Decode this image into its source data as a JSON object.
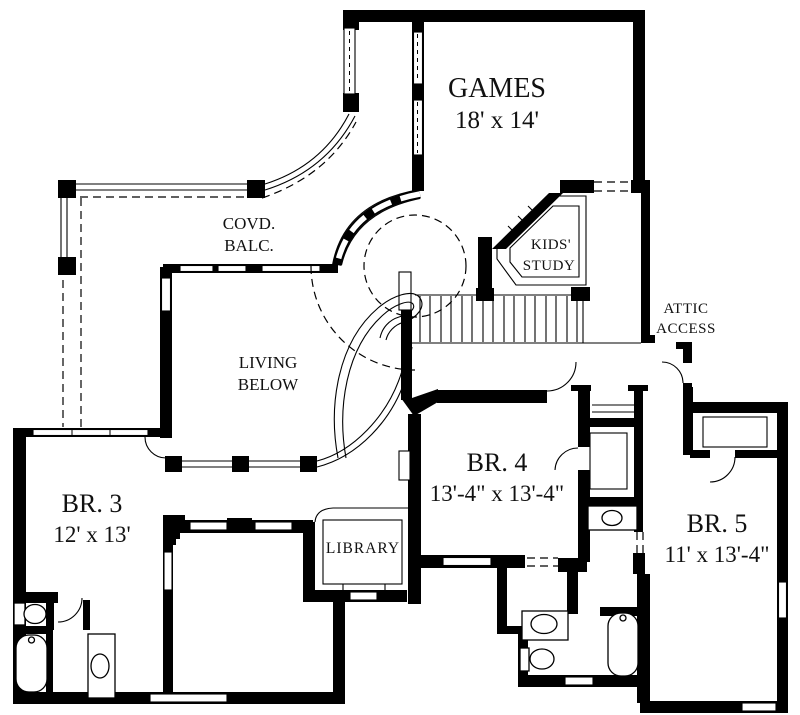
{
  "document": {
    "type": "second-floor plan drawing",
    "background_color": "#ffffff",
    "wall_color": "#000000"
  },
  "rooms": {
    "games": {
      "name": "GAMES",
      "dims": "18' x 14'"
    },
    "covd_balc": {
      "line1": "COVD.",
      "line2": "BALC."
    },
    "kids_study": {
      "line1": "KIDS'",
      "line2": "STUDY"
    },
    "attic_access": {
      "line1": "ATTIC",
      "line2": "ACCESS"
    },
    "living_below": {
      "line1": "LIVING",
      "line2": "BELOW"
    },
    "br3": {
      "name": "BR. 3",
      "dims": "12' x 13'"
    },
    "br4": {
      "name": "BR. 4",
      "dims": "13'-4\" x 13'-4\""
    },
    "br5": {
      "name": "BR. 5",
      "dims": "11' x 13'-4\""
    },
    "library": {
      "name": "LIBRARY"
    }
  },
  "fixtures": [
    "bathtub",
    "toilet",
    "sink",
    "staircase",
    "closet-shelf",
    "railing",
    "window"
  ]
}
